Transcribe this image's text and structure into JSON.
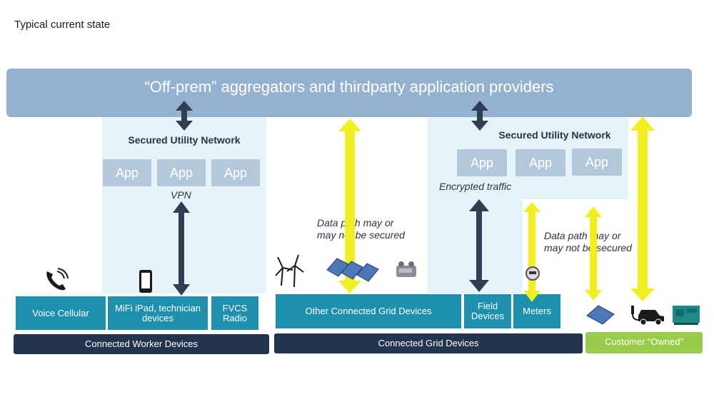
{
  "page_title": "Typical current state",
  "top_bar": {
    "label": "“Off-prem” aggregators and thirdparty application providers"
  },
  "left_zone": {
    "title": "Secured Utility Network",
    "apps": [
      "App",
      "App",
      "App"
    ],
    "vpn_label": "VPN"
  },
  "right_zone": {
    "title": "Secured Utility Network",
    "apps": [
      "App",
      "App",
      "App"
    ],
    "encrypted_label": "Encrypted traffic"
  },
  "notes": {
    "data_path_1_line1": "Data path may or",
    "data_path_1_line2": "may not be secured",
    "data_path_2_line1": "Data path may or",
    "data_path_2_line2": "may not be secured"
  },
  "device_tiles": {
    "voice_cellular": "Voice Cellular",
    "mifi_line1": "MiFi iPad, technician",
    "mifi_line2": "devices",
    "fvcs_line1": "FVCS",
    "fvcs_line2": "Radio",
    "other_grid": "Other Connected Grid Devices",
    "field_line1": "Field",
    "field_line2": "Devices",
    "meters": "Meters"
  },
  "bottom_bars": {
    "worker": "Connected Worker Devices",
    "grid": "Connected Grid Devices",
    "customer": "Customer “Owned”"
  },
  "icons": [
    "phone-icon",
    "tablet-icon",
    "wind-turbine-icon",
    "solar-panel-icon",
    "transformer-icon",
    "meter-icon",
    "ev-car-icon",
    "generator-icon"
  ],
  "colors": {
    "dark_arrow": "#2f3d55",
    "yellow_arrow": "#f2ef1e",
    "tile": "#1f8fae",
    "bottom_bar": "#23344f",
    "customer_bar": "#99cc4a",
    "top_bar": "#94b2cf",
    "zone": "#e4f4f9",
    "app": "#b4c8dc"
  }
}
